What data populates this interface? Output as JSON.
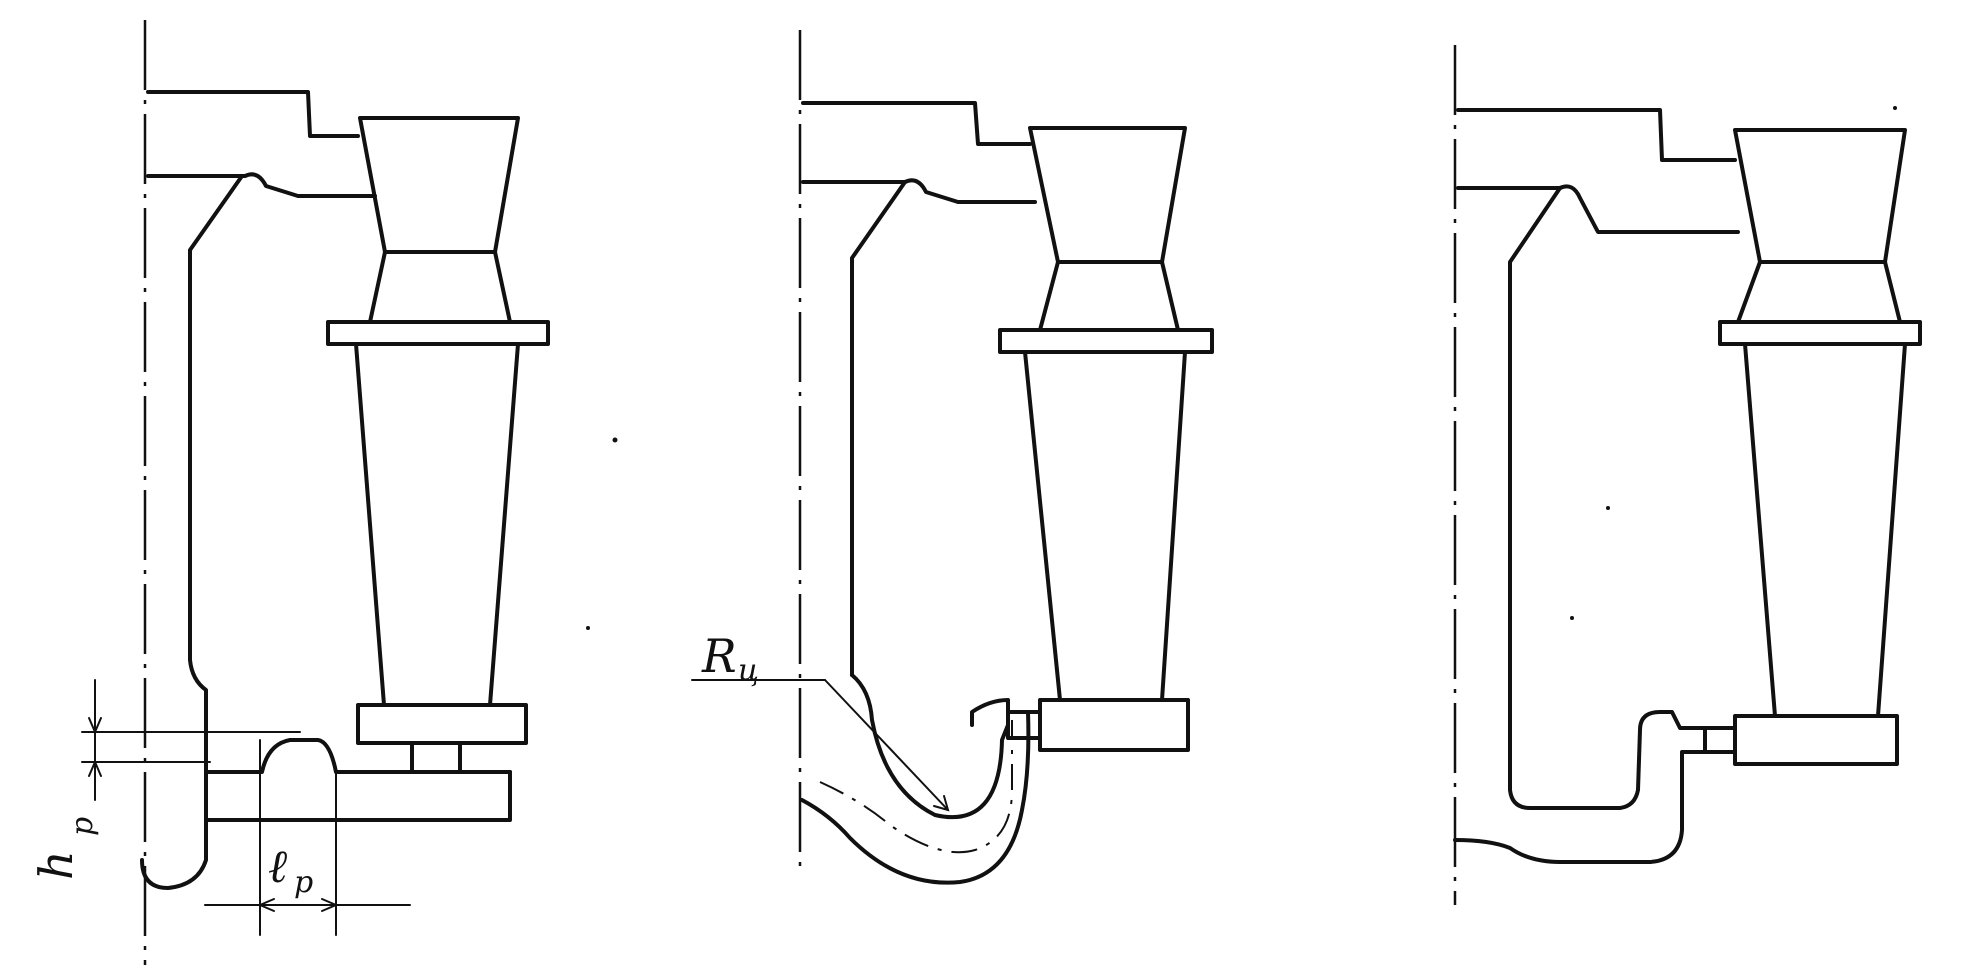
{
  "labels": {
    "h": "h",
    "h_sub": "p",
    "l": "ℓ",
    "l_sub": "p",
    "R": "R",
    "R_sub": "ц"
  },
  "color": "#111111"
}
